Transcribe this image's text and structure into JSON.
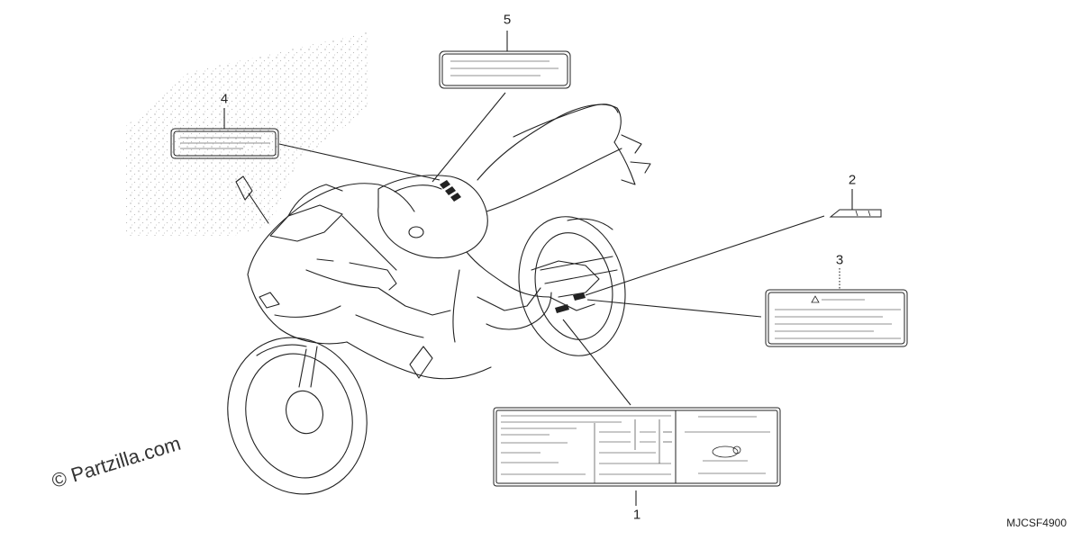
{
  "callouts": {
    "label_1": "1",
    "label_2": "2",
    "label_3": "3",
    "label_4": "4",
    "label_5": "5"
  },
  "watermark": "© Partzilla.com",
  "diagram_code": "MJCSF4900",
  "colors": {
    "line": "#222222",
    "background": "#ffffff"
  }
}
